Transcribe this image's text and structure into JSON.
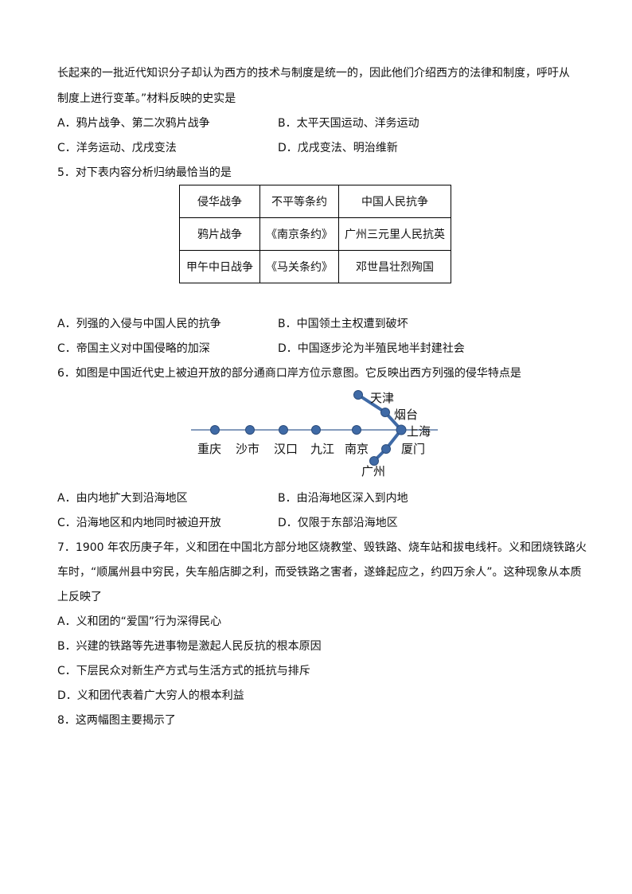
{
  "q4": {
    "line1": "长起来的一批近代知识分子却认为西方的技术与制度是统一的，因此他们介绍西方的法律和制度，呼吁从",
    "line2": "制度上进行变革。”材料反映的史实是",
    "optA": "A．鸦片战争、第二次鸦片战争",
    "optB": "B．太平天国运动、洋务运动",
    "optC": "C．洋务运动、戊戌变法",
    "optD": "D．戊戌变法、明治维新"
  },
  "q5": {
    "stem": "5．对下表内容分析归纳最恰当的是",
    "table": {
      "headers": [
        "侵华战争",
        "不平等条约",
        "中国人民抗争"
      ],
      "rows": [
        [
          "鸦片战争",
          "《南京条约》",
          "广州三元里人民抗英"
        ],
        [
          "甲午中日战争",
          "《马关条约》",
          "邓世昌壮烈殉国"
        ]
      ]
    },
    "optA": "A．列强的入侵与中国人民的抗争",
    "optB": "B．中国领土主权遭到破坏",
    "optC": "C．帝国主义对中国侵略的加深",
    "optD": "D．中国逐步沦为半殖民地半封建社会"
  },
  "q6": {
    "stem": "6．如图是中国近代史上被迫开放的部分通商口岸方位示意图。它反映出西方列强的侵华特点是",
    "map": {
      "cities": [
        "重庆",
        "沙市",
        "汉口",
        "九江",
        "南京",
        "上海",
        "天津",
        "烟台",
        "厦门",
        "广州"
      ],
      "line_color": "#3a5f94",
      "node_color": "#3f6aa6"
    },
    "optA": "A．由内地扩大到沿海地区",
    "optB": "B．由沿海地区深入到内地",
    "optC": "C．沿海地区和内地同时被迫开放",
    "optD": "D．仅限于东部沿海地区"
  },
  "q7": {
    "line1": "7．1900 年农历庚子年，义和团在中国北方部分地区烧教堂、毁铁路、烧车站和拔电线杆。义和团烧铁路火",
    "line2": "车时，“顺属州县中穷民，失车船店脚之利，而受铁路之害者，遂蜂起应之，约四万余人”。这种现象从本质",
    "line3": "上反映了",
    "optA": "A．义和团的“爱国”行为深得民心",
    "optB": "B．兴建的铁路等先进事物是激起人民反抗的根本原因",
    "optC": "C．下层民众对新生产方式与生活方式的抵抗与排斥",
    "optD": "D．义和团代表着广大穷人的根本利益"
  },
  "q8": {
    "stem": "8．这两幅图主要揭示了"
  }
}
